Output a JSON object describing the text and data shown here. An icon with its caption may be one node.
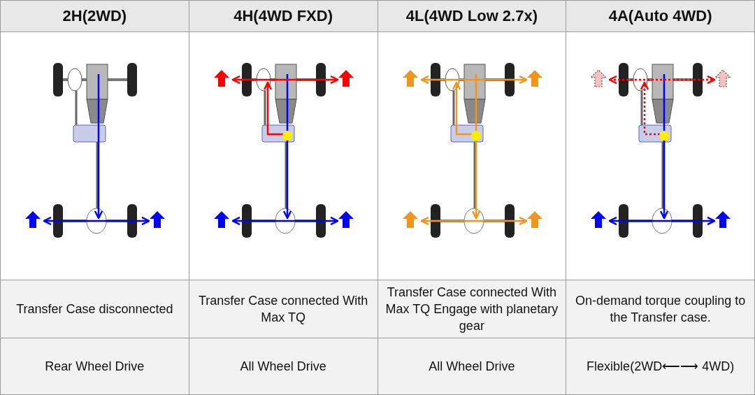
{
  "diagram": {
    "labels": [
      "2H(2WD)",
      "4H(4WD FXD)",
      "4L(4WD Low 2.7x)",
      "4A(Auto 4WD)",
      "Transfer Case disconnected",
      "Transfer Case connected With Max TQ",
      "Transfer Case connected With Max TQ Engage with planetary gear",
      "On-demand torque coupling to the Transfer case.",
      "Rear Wheel Drive",
      "All Wheel Drive",
      "All Wheel Drive",
      "Flexible(2WD⟵⟶ 4WD)"
    ]
  }
}
